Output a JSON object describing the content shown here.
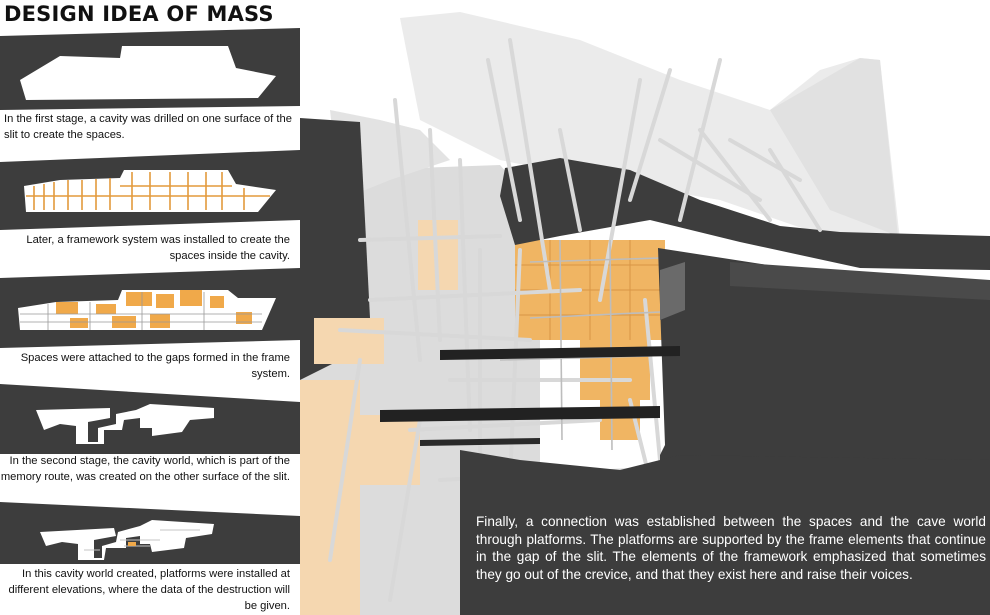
{
  "title": "DESIGN IDEA OF MASS",
  "stages": [
    {
      "caption": "In the first stage, a cavity was drilled on one surface of the slit to create the spaces."
    },
    {
      "caption": "Later, a framework system was installed to create the spaces inside the cavity."
    },
    {
      "caption": "Spaces were attached to the gaps formed in the frame system."
    },
    {
      "caption": "In the second stage, the cavity world, which is part of the memory route, was created on the other surface of the slit."
    },
    {
      "caption": "In this cavity world created, platforms were installed at different elevations, where the data of the destruction will be given."
    }
  ],
  "main_caption": "Finally, a connection was established between the spaces and the cave world through platforms. The platforms are supported by the frame elements that continue in the gap of the slit. The elements of the framework emphasized that sometimes they go out of the crevice, and that they exist here and raise their voices.",
  "colors": {
    "dark_band": "#3d3d3d",
    "timber": "#f0a94a",
    "light_timber": "#f5d7b0"
  }
}
